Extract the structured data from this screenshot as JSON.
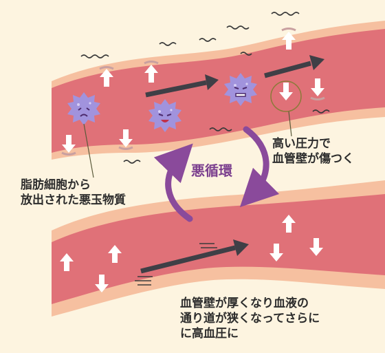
{
  "labels": {
    "cycle": "悪循環",
    "high_pressure_line1": "高い圧力で",
    "high_pressure_line2": "血管壁が傷つく",
    "fat_cells_line1": "脂肪細胞から",
    "fat_cells_line2": "放出された悪玉物質",
    "thickening_line1": "血管壁が厚くなり血液の",
    "thickening_line2": "通り道が狭くなってさらに",
    "thickening_line3": "に高血圧に"
  },
  "colors": {
    "background": "#fdf4e0",
    "vessel_outer": "#f6c0a0",
    "vessel_inner": "#e07178",
    "arrow_flow": "#3f3f46",
    "cycle_arrow": "#8a4a9b",
    "germ": "#a193dd",
    "callout_circle": "#8c7a3a"
  },
  "icons": [
    "bad-substance-germ-icon",
    "pressure-arrow-icon",
    "blood-flow-arrow-icon",
    "cycle-arrow-icon"
  ]
}
